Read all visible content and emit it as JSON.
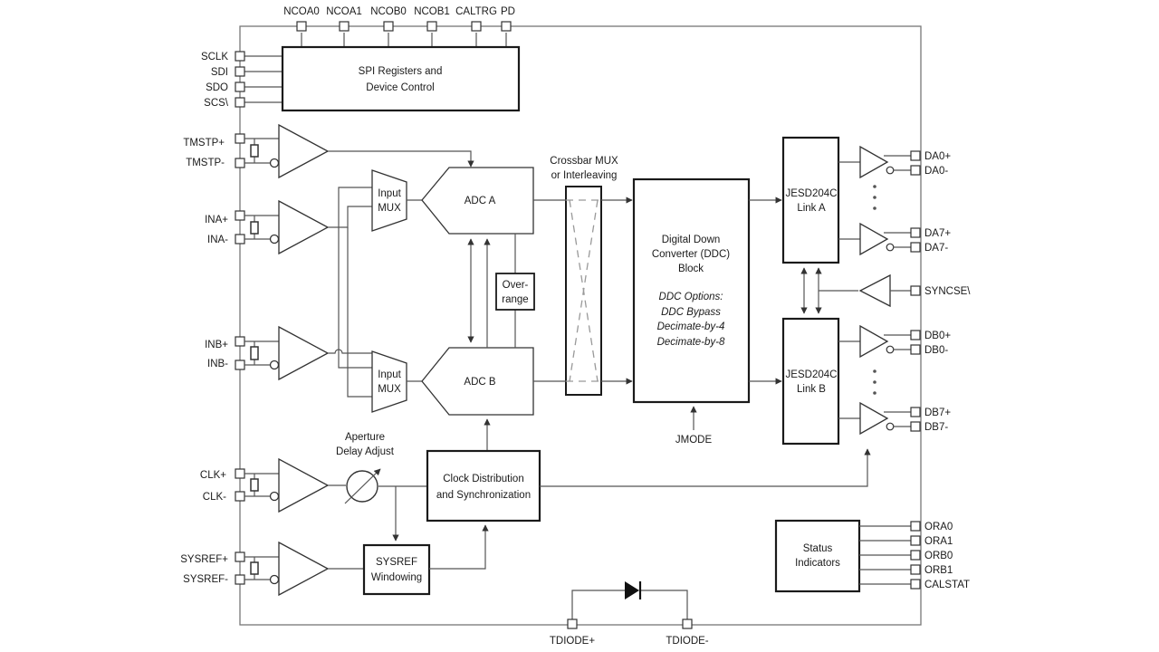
{
  "top_pins": [
    "NCOA0",
    "NCOA1",
    "NCOB0",
    "NCOB1",
    "CALTRG",
    "PD"
  ],
  "spi_pins": [
    "SCLK",
    "SDI",
    "SDO",
    "SCS\\"
  ],
  "input_pins": {
    "tmstp_p": "TMSTP+",
    "tmstp_n": "TMSTP-",
    "ina_p": "INA+",
    "ina_n": "INA-",
    "inb_p": "INB+",
    "inb_n": "INB-",
    "clk_p": "CLK+",
    "clk_n": "CLK-",
    "sysref_p": "SYSREF+",
    "sysref_n": "SYSREF-"
  },
  "blocks": {
    "spi_line1": "SPI Registers and",
    "spi_line2": "Device Control",
    "input_mux": [
      "Input",
      "MUX"
    ],
    "adc_a": "ADC A",
    "adc_b": "ADC B",
    "overrange": [
      "Over-",
      "range"
    ],
    "crossbar_label": [
      "Crossbar MUX",
      "or Interleaving"
    ],
    "ddc_title": [
      "Digital Down",
      "Converter (DDC)",
      "Block"
    ],
    "ddc_options": [
      "DDC Options:",
      "DDC Bypass",
      "Decimate-by-4",
      "Decimate-by-8"
    ],
    "jmode": "JMODE",
    "jesd_a": [
      "JESD204C",
      "Link A"
    ],
    "jesd_b": [
      "JESD204C",
      "Link B"
    ],
    "aperture": [
      "Aperture",
      "Delay Adjust"
    ],
    "clock_dist": [
      "Clock Distribution",
      "and Synchronization"
    ],
    "sysref_win": [
      "SYSREF",
      "Windowing"
    ],
    "status": [
      "Status",
      "Indicators"
    ]
  },
  "output_pins": {
    "da0_p": "DA0+",
    "da0_n": "DA0-",
    "da7_p": "DA7+",
    "da7_n": "DA7-",
    "syncse": "SYNCSE\\",
    "db0_p": "DB0+",
    "db0_n": "DB0-",
    "db7_p": "DB7+",
    "db7_n": "DB7-"
  },
  "status_pins": [
    "ORA0",
    "ORA1",
    "ORB0",
    "ORB1",
    "CALSTAT"
  ],
  "bottom_pins": [
    "TDIODE+",
    "TDIODE-"
  ]
}
